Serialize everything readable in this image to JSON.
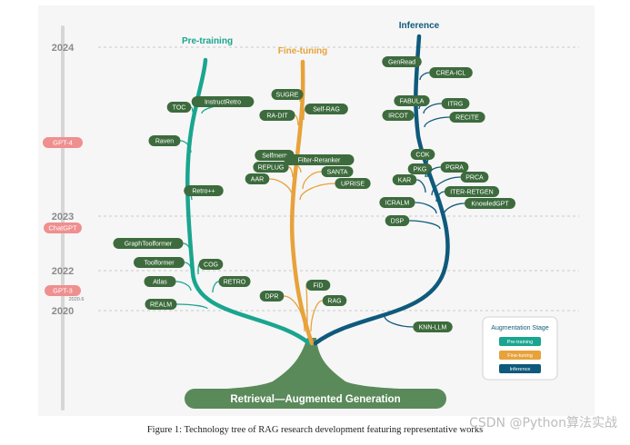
{
  "stages": {
    "pretraining": {
      "label": "Pre-training",
      "color": "#1aa58f"
    },
    "finetuning": {
      "label": "Fine-tuning",
      "color": "#e7a23a"
    },
    "inference": {
      "label": "Inference",
      "color": "#0f5a7c"
    }
  },
  "years": [
    "2024",
    "2023",
    "2022",
    "2020"
  ],
  "events": {
    "gpt4": "GPT-4",
    "chatgpt": "ChatGPT",
    "gpt3": "GPT-3",
    "gpt3_year": "2020.6"
  },
  "trunk_label": "Retrieval—Augmented Generation",
  "legend": {
    "title": "Augmentation Stage",
    "items": [
      "Pre-training",
      "Fine-tuning",
      "Inference"
    ]
  },
  "nodes": {
    "pretraining": [
      "TOC",
      "InstructRetro",
      "Raven",
      "Retro++",
      "GraphToolformer",
      "Toolformer",
      "COG",
      "Atlas",
      "RETRO",
      "REALM"
    ],
    "finetuning": [
      "SUGRE",
      "RA-DIT",
      "Self-RAG",
      "Selfmem",
      "Filter-Reranker",
      "REPLUG",
      "SANTA",
      "AAR",
      "UPRISE",
      "FiD",
      "DPR",
      "RAG"
    ],
    "inference": [
      "GenRead",
      "CREA-ICL",
      "FABULA",
      "ITRG",
      "IRCOT",
      "RECITE",
      "COK",
      "PKG",
      "PGRA",
      "KAR",
      "PRCA",
      "ITER-RETGEN",
      "ICRALM",
      "KnowledGPT",
      "DSP",
      "KNN-LLM"
    ]
  },
  "caption": "Figure 1: Technology tree of RAG research development featuring representative works",
  "watermark": "CSDN @Python算法实战",
  "colors": {
    "node": "#3d6b3d",
    "trunk": "#5a8a5a",
    "event": "#ef8f8f",
    "grid": "#bbbbbb",
    "timeline": "#d6d6d6"
  }
}
